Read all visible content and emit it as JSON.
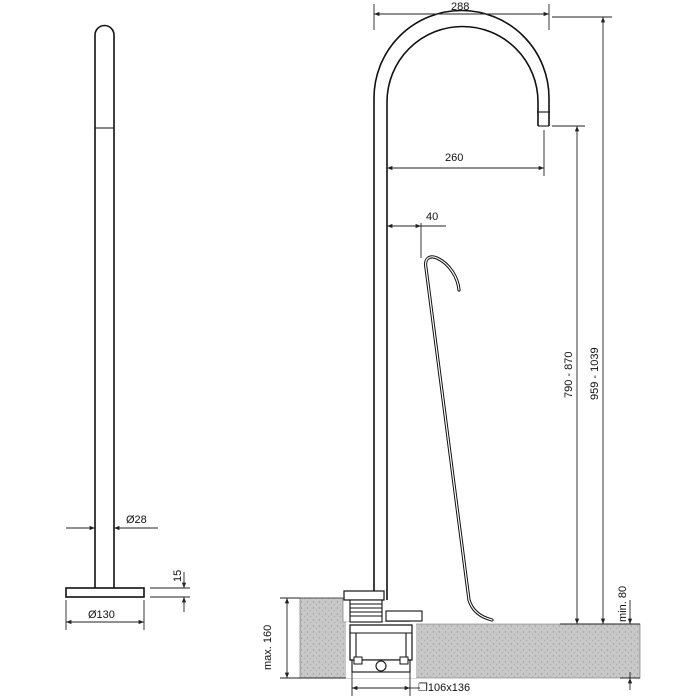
{
  "dimensions": {
    "side_diameter": "Ø28",
    "side_base_height": "15",
    "side_base_diameter": "Ø130",
    "spout_width": "288",
    "spout_reach": "260",
    "hose_offset": "40",
    "spout_height_range": "790 - 870",
    "total_height_range": "959 - 1039",
    "min_ground": "min. 80",
    "max_box": "max. 160",
    "box_size": "❐106x136"
  },
  "colors": {
    "line": "#111111",
    "floor": "#c8c8c8",
    "background": "#ffffff"
  }
}
